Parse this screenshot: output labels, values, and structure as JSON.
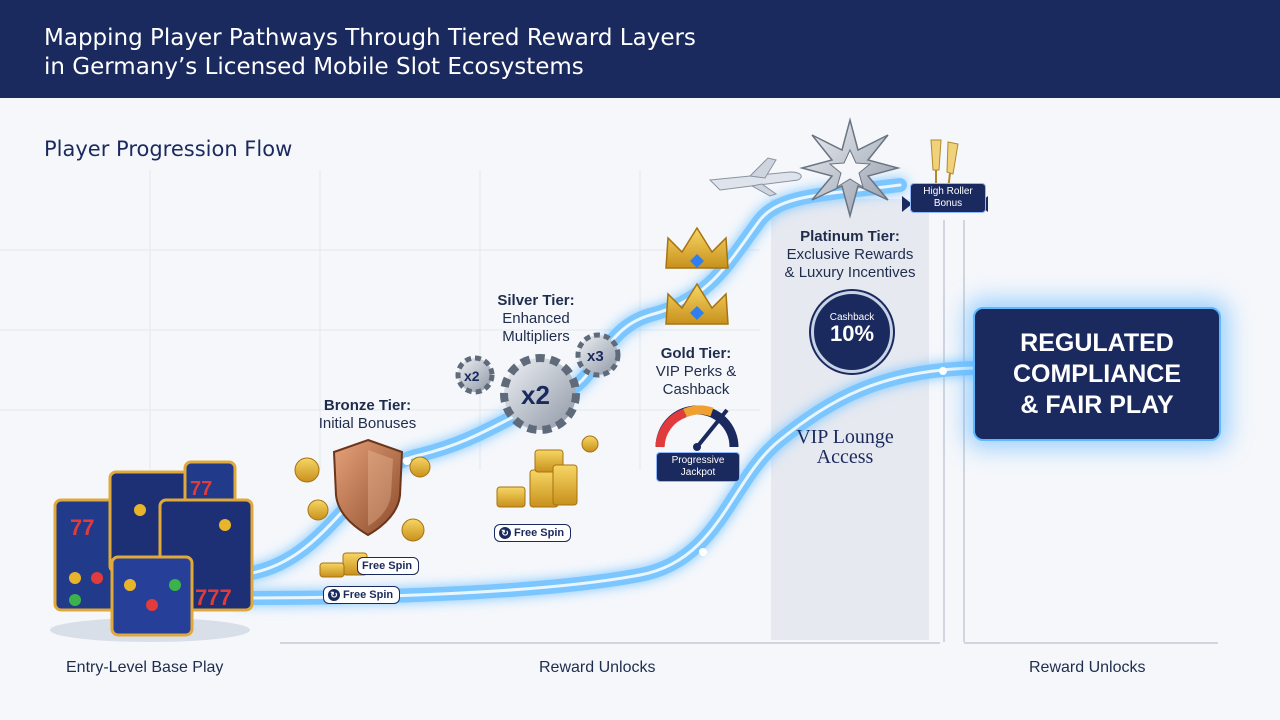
{
  "header": {
    "title_line1": "Mapping Player Pathways Through Tiered Reward Layers",
    "title_line2": "in Germany’s Licensed Mobile Slot Ecosystems"
  },
  "section_title": "Player Progression Flow",
  "tiers": {
    "bronze": {
      "title": "Bronze Tier:",
      "line1": "Initial Bonuses"
    },
    "silver": {
      "title": "Silver Tier:",
      "line1": "Enhanced",
      "line2": "Multipliers"
    },
    "gold": {
      "title": "Gold Tier:",
      "line1": "VIP Perks &",
      "line2": "Cashback"
    },
    "platinum": {
      "title": "Platinum Tier:",
      "line1": "Exclusive Rewards",
      "line2": "& Luxury Incentives"
    }
  },
  "badges": {
    "free_spin_1": "Free Spin",
    "free_spin_2": "Free Spin",
    "free_spin_3": "Free Spin",
    "progressive_line1": "Progressive",
    "progressive_line2": "Jackpot",
    "high_roller_line1": "High Roller",
    "high_roller_line2": "Bonus",
    "cashback_label": "Cashback",
    "cashback_value": "10%",
    "multiplier_small_1": "x2",
    "multiplier_big": "x2",
    "multiplier_small_2": "x3"
  },
  "vip": {
    "line1": "VIP Lounge",
    "line2": "Access"
  },
  "compliance": {
    "line1": "REGULATED",
    "line2": "COMPLIANCE",
    "line3": "& FAIR PLAY"
  },
  "footer": {
    "left": "Entry-Level Base Play",
    "middle": "Reward Unlocks",
    "right": "Reward Unlocks"
  },
  "colors": {
    "navy": "#1b2a5e",
    "glow": "#5fb7ff",
    "gold": "#e8b52a",
    "bronze": "#b76b3e"
  },
  "icons": [
    "slot-machine-icon",
    "bronze-shield-icon",
    "gold-coin-icon",
    "gear-icon",
    "crown-icon",
    "speedometer-icon",
    "airplane-icon",
    "star-burst-icon",
    "champagne-icon"
  ]
}
